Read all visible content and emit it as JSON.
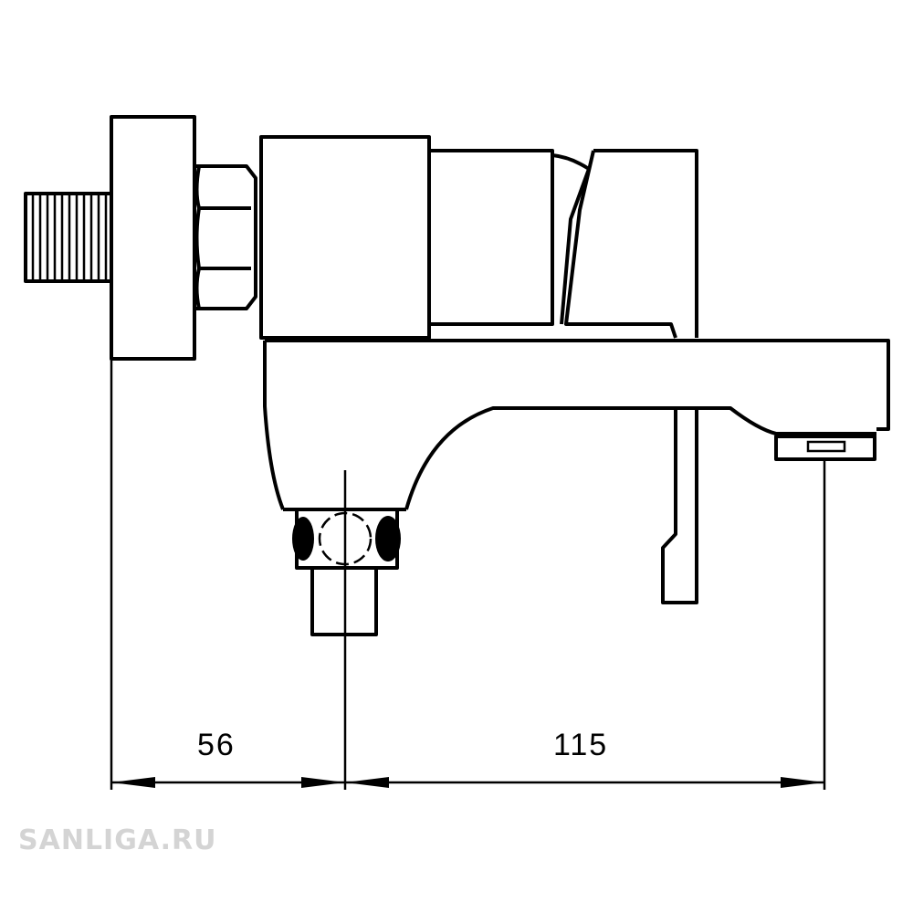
{
  "dimensions": {
    "left": "56",
    "right": "115"
  },
  "watermark": "SANLIGA.RU",
  "colors": {
    "line": "#000000",
    "watermark": "#d4d4d4"
  }
}
